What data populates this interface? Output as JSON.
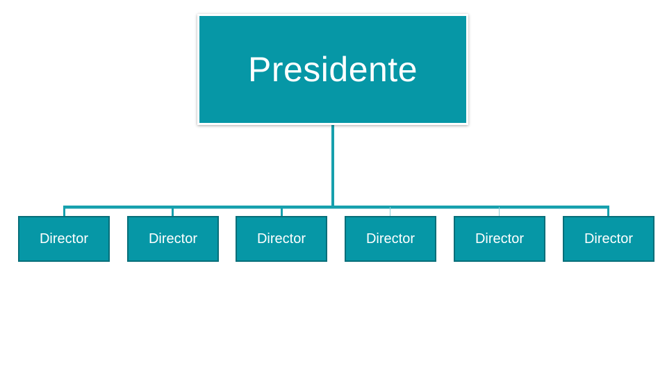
{
  "org_chart": {
    "top": {
      "label": "Presidente"
    },
    "children": [
      {
        "label": "Director"
      },
      {
        "label": "Director"
      },
      {
        "label": "Director"
      },
      {
        "label": "Director"
      },
      {
        "label": "Director"
      },
      {
        "label": "Director"
      }
    ]
  },
  "colors": {
    "box_fill": "#0697a6",
    "box_border": "#066e79",
    "connector": "#16a0ad",
    "text": "#ffffff"
  }
}
